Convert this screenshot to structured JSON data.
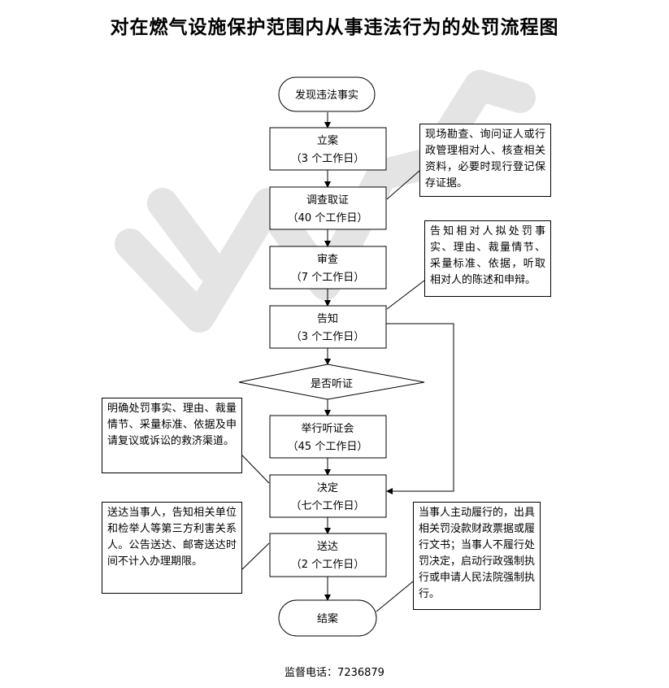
{
  "title": "对在燃气设施保护范围内从事违法行为的处罚流程图",
  "nodes": {
    "start": "发现违法事实",
    "lian": {
      "label": "立案",
      "days": "（3 个工作日）"
    },
    "diaocha": {
      "label": "调查取证",
      "days": "（40 个工作日）"
    },
    "shencha": {
      "label": "审查",
      "days": "（7 个工作日）"
    },
    "gaozhi": {
      "label": "告知",
      "days": "（3 个工作日）"
    },
    "decision": "是否听证",
    "tingzheng": {
      "label": "举行听证会",
      "days": "（45 个工作日）"
    },
    "jueding": {
      "label": "决定",
      "days": "（七个工作日）"
    },
    "songda": {
      "label": "送达",
      "days": "（2 个工作日）"
    },
    "end": "结案"
  },
  "notes": {
    "survey": "现场勘查、询问证人或行政管理相对人、核查相关资料，必要时现行登记保存证据。",
    "inform": "告知相对人拟处罚事实、理由、裁量情节、采量标准、依据，听取相对人的陈述和申辩。",
    "clarify": "明确处罚事实、理由、裁量情节、采量标准、依据及申请复议或诉讼的救济渠道。",
    "deliver": "送达当事人，告知相关单位和检举人等第三方利害关系人。公告送达、邮寄送达时间不计入办理期限。",
    "execute": "当事人主动履行的，出具相关罚没款财政票据或履行文书；当事人不履行处罚决定，启动行政强制执行或申请人民法院强制执行。"
  },
  "footer": {
    "label": "监督电话：",
    "phone": "7236879"
  }
}
